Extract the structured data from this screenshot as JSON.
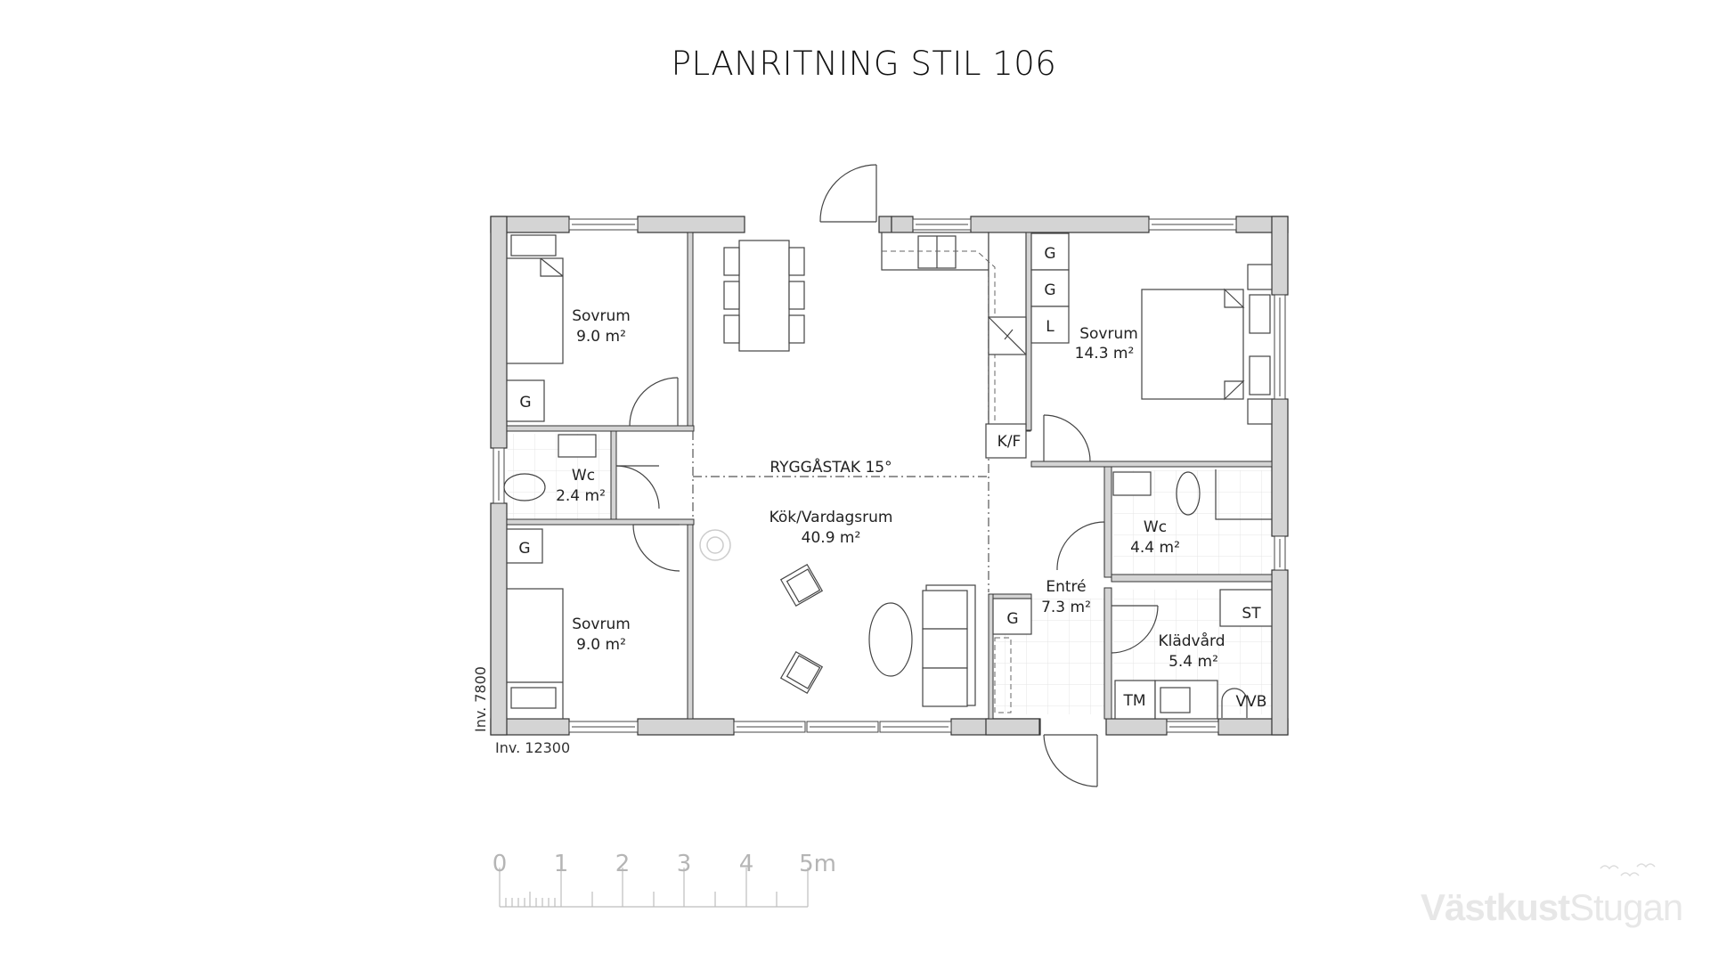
{
  "title": "PLANRITNING STIL 106",
  "roof_note": "RYGGÅSTAK 15°",
  "rooms": [
    {
      "id": "sovrum-top-left",
      "name": "Sovrum",
      "area": "9.0 m²"
    },
    {
      "id": "wc-left",
      "name": "Wc",
      "area": "2.4 m²"
    },
    {
      "id": "sovrum-bottom-left",
      "name": "Sovrum",
      "area": "9.0 m²"
    },
    {
      "id": "kok-vardagsrum",
      "name": "Kök/Vardagsrum",
      "area": "40.9 m²"
    },
    {
      "id": "sovrum-master",
      "name": "Sovrum",
      "area": "14.3 m²"
    },
    {
      "id": "wc-right",
      "name": "Wc",
      "area": "4.4 m²"
    },
    {
      "id": "entre",
      "name": "Entré",
      "area": "7.3 m²"
    },
    {
      "id": "kladvard",
      "name": "Klädvård",
      "area": "5.4 m²"
    }
  ],
  "fixtures": {
    "wardrobe": "G",
    "linen": "L",
    "fridge_freezer": "K/F",
    "storage": "ST",
    "dryer": "TM",
    "water_heater": "VVB"
  },
  "dimensions": {
    "width": "Inv. 12300",
    "depth": "Inv. 7800"
  },
  "scale_bar": {
    "ticks": [
      "0",
      "1",
      "2",
      "3",
      "4",
      "5m"
    ]
  },
  "logo": {
    "bold": "Västkust",
    "light": "Stugan"
  },
  "colors": {
    "wall_fill": "#d4d4d4",
    "line": "#333333",
    "scale": "#b5b5b5",
    "logo": "#e7e7e7"
  }
}
